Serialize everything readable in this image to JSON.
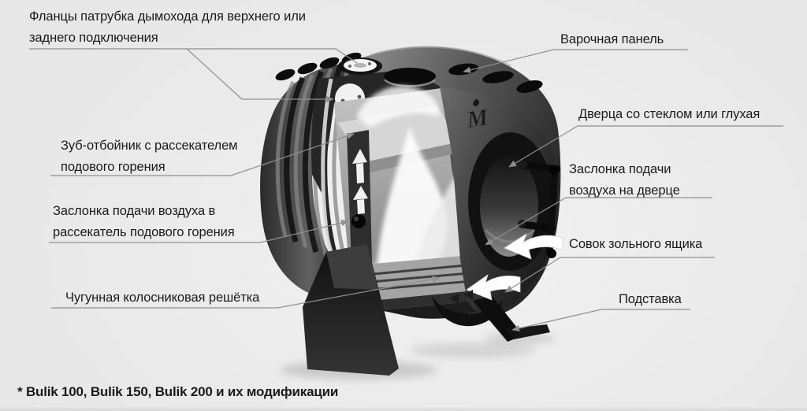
{
  "colors": {
    "background": "#e9e9e9",
    "text": "#1b1b1b",
    "leader_line": "#8f8f8f",
    "stove_dark": "#1a1a1a",
    "stove_mid": "#5f5f5f",
    "interior_light": "#b8b8b8",
    "flame_light": "#ffffff"
  },
  "footnote": "* Bulik 100, Bulik 150, Bulik 200 и их модификации",
  "brand_mark": "М",
  "labels": {
    "flanges": {
      "lines": [
        "Фланцы патрубка дымохода для верхнего или",
        "заднего подключения"
      ]
    },
    "cooktop": {
      "text": "Варочная панель"
    },
    "door": {
      "text": "Дверца со стеклом или глухая"
    },
    "door_damper": {
      "lines": [
        "Заслонка подачи",
        "воздуха на дверце"
      ]
    },
    "ash_scoop": {
      "text": "Совок зольного ящика"
    },
    "stand": {
      "text": "Подставка"
    },
    "deflector": {
      "lines": [
        "Зуб-отбойник с рассекателем",
        "подового горения"
      ]
    },
    "hearth_damper": {
      "lines": [
        "Заслонка подачи воздуха в",
        "рассекатель подового горения"
      ]
    },
    "grate": {
      "text": "Чугунная колосниковая решётка"
    }
  }
}
